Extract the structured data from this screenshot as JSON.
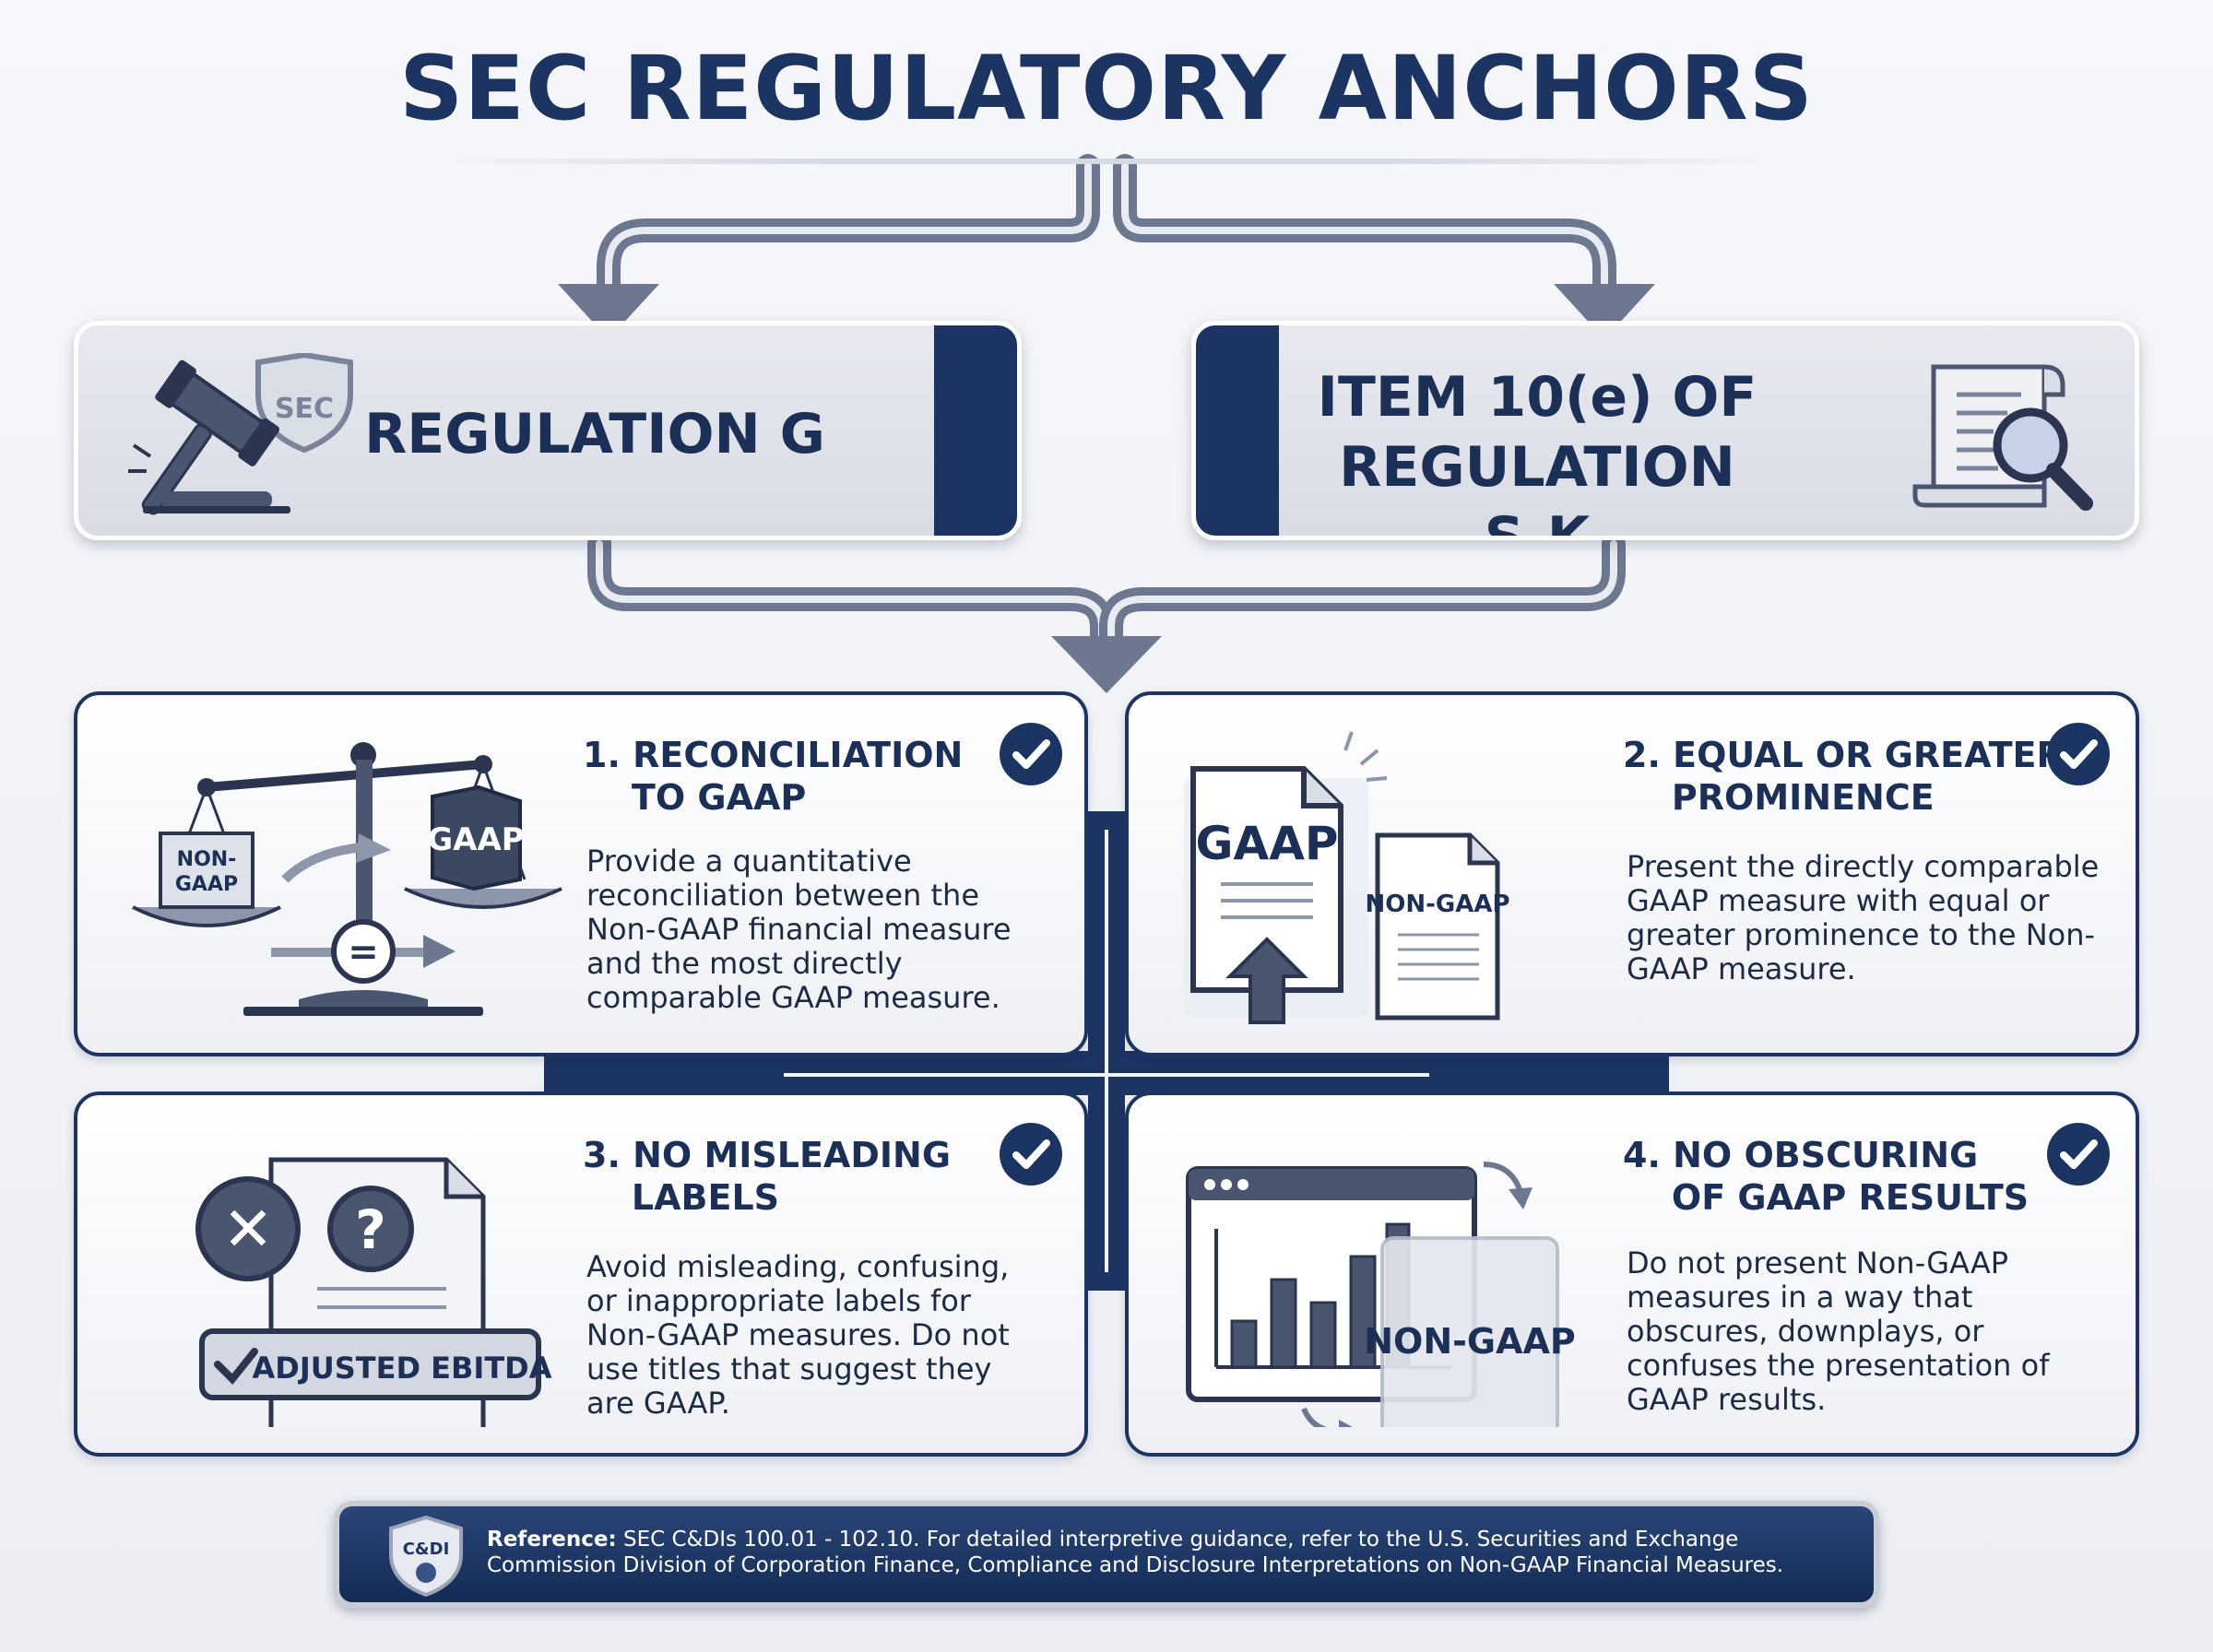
{
  "title": "SEC REGULATORY ANCHORS",
  "anchors": [
    {
      "label": "REGULATION G",
      "badge_text": "SEC",
      "icon": "gavel-icon"
    },
    {
      "label_line1": "ITEM 10(e) OF",
      "label_line2": "REGULATION S-K",
      "icon": "document-magnifier-icon"
    }
  ],
  "principles": [
    {
      "title": "1. RECONCILIATION\n    TO GAAP",
      "body": "Provide a quantitative reconciliation between the Non-GAAP financial measure and the most directly comparable GAAP measure.",
      "icon": "balance-scale-icon",
      "icon_labels": {
        "left": "NON-\nGAAP",
        "right": "GAAP",
        "equals": "="
      }
    },
    {
      "title": "2. EQUAL OR GREATER\n    PROMINENCE",
      "body": "Present the directly comparable GAAP measure with equal or greater prominence to the Non-GAAP measure.",
      "icon": "documents-prominence-icon",
      "icon_labels": {
        "big": "GAAP",
        "small": "NON-GAAP"
      }
    },
    {
      "title": "3. NO MISLEADING\n    LABELS",
      "body": "Avoid misleading, confusing, or inappropriate labels for Non-GAAP measures. Do not use titles that suggest they are GAAP.",
      "icon": "misleading-label-icon",
      "icon_labels": {
        "tag": "ADJUSTED EBITDA",
        "x": "✕",
        "q": "?"
      }
    },
    {
      "title": "4. NO OBSCURING\n    OF GAAP RESULTS",
      "body": "Do not present Non-GAAP measures in a way that obscures, downplays, or confuses the presentation of GAAP results.",
      "icon": "obscured-chart-icon",
      "icon_labels": {
        "overlay": "NON-GAAP"
      }
    }
  ],
  "reference": {
    "badge": "C&DI",
    "lead": "Reference:",
    "text": " SEC C&DIs 100.01 - 102.10. For detailed interpretive guidance, refer to the U.S. Securities and Exchange Commission Division of Corporation Finance, Compliance and Disclosure Interpretations on Non-GAAP Financial Measures."
  },
  "colors": {
    "navy": "#1c3461",
    "slate": "#6d7890",
    "panel": "#dfe2e9"
  }
}
